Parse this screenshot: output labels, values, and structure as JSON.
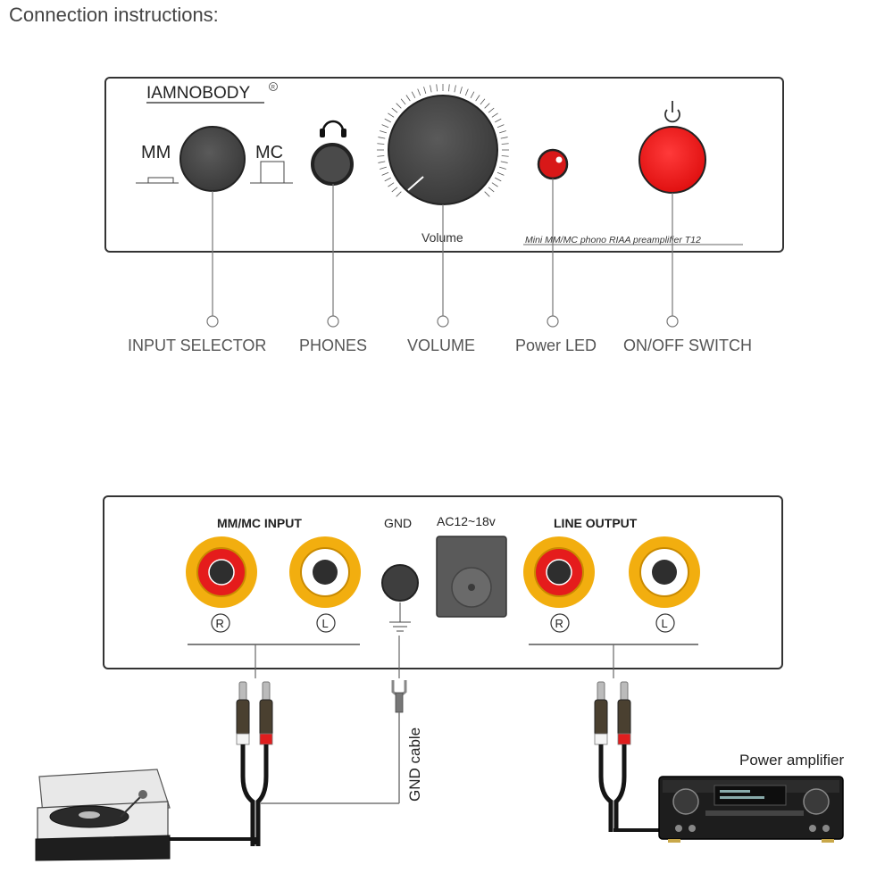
{
  "page": {
    "title": "Connection instructions:"
  },
  "front_panel": {
    "brand": "IAMNOBODY",
    "registered_mark": "R",
    "mm_label": "MM",
    "mc_label": "MC",
    "volume_label": "Volume",
    "model_text": "Mini MM/MC phono RIAA preamplifier T12",
    "callouts": [
      "INPUT SELECTOR",
      "PHONES",
      "VOLUME",
      "Power LED",
      "ON/OFF SWITCH"
    ]
  },
  "rear_panel": {
    "input_label": "MM/MC INPUT",
    "gnd_label": "GND",
    "power_label": "AC12~18v",
    "output_label": "LINE OUTPUT",
    "right_channel": "R",
    "left_channel": "L",
    "gnd_cable_label": "GND cable",
    "amplifier_label": "Power amplifier"
  },
  "colors": {
    "rca_outer": "#f2ae0f",
    "rca_right": "#e51c1c",
    "rca_left": "#ffffff",
    "power_button": "#ee1c1c",
    "knob": "#4a4a4a"
  },
  "icons": [
    "headphones-icon",
    "power-icon",
    "ground-symbol-icon",
    "turntable-icon",
    "amplifier-icon",
    "rca-cable-icon",
    "spade-connector-icon"
  ]
}
